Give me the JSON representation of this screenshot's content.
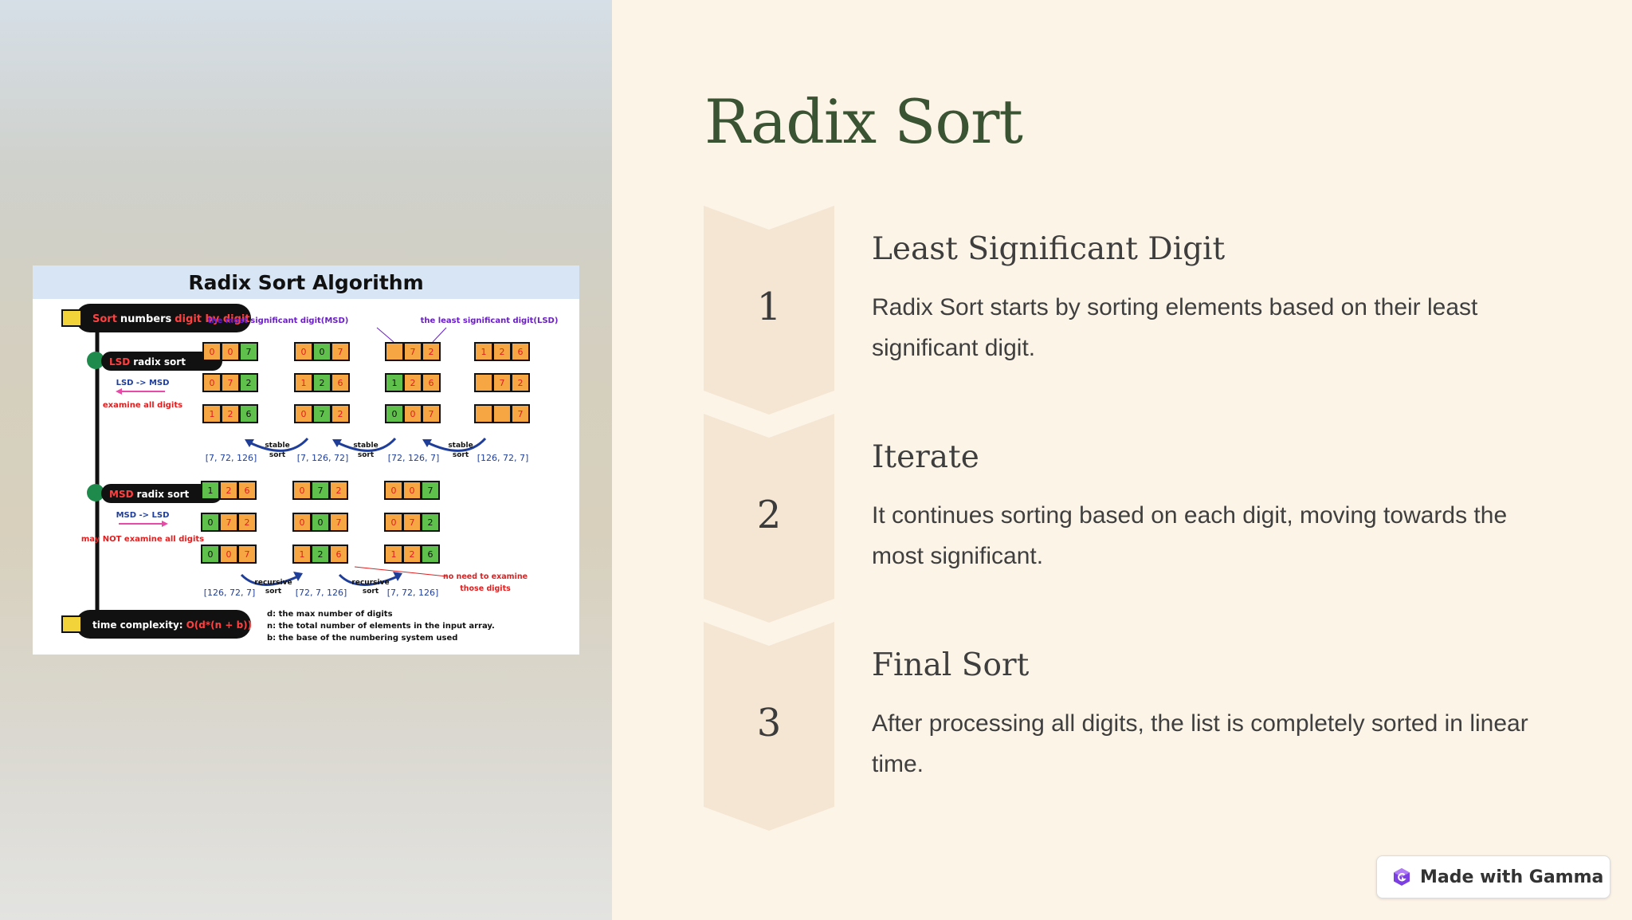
{
  "slide": {
    "title": "Radix Sort",
    "steps": [
      {
        "number": "1",
        "title": "Least Significant Digit",
        "description": "Radix Sort starts by sorting elements based on their least significant digit."
      },
      {
        "number": "2",
        "title": "Iterate",
        "description": "It continues sorting based on each digit, moving towards the most significant."
      },
      {
        "number": "3",
        "title": "Final Sort",
        "description": "After processing all digits, the list is completely sorted in linear time."
      }
    ]
  },
  "badge": {
    "label": "Made with Gamma",
    "icon": "gamma-logo-icon"
  },
  "diagram": {
    "title": "Radix Sort Algorithm",
    "banner": {
      "word1": "Sort",
      "word2": "numbers",
      "word3": "digit by digit"
    },
    "msd_note": "the most significant digit(MSD)",
    "lsd_note": "the least significant digit(LSD)",
    "lsd_section": {
      "label_key": "LSD",
      "label_rest": "radix sort",
      "direction": "LSD -> MSD",
      "note": "examine all digits",
      "states": [
        [
          [
            "0",
            "0",
            "7"
          ],
          [
            "0",
            "7",
            "2"
          ],
          [
            "1",
            "2",
            "6"
          ]
        ],
        [
          [
            "0",
            "0",
            "7"
          ],
          [
            "1",
            "2",
            "6"
          ],
          [
            "0",
            "7",
            "2"
          ]
        ],
        [
          [
            "",
            "7",
            "2"
          ],
          [
            "1",
            "2",
            "6"
          ],
          [
            "0",
            "0",
            "7"
          ]
        ],
        [
          [
            "1",
            "2",
            "6"
          ],
          [
            "",
            "7",
            "2"
          ],
          [
            "",
            "",
            "7"
          ]
        ]
      ],
      "captions": [
        "[7, 72, 126]",
        "[7, 126, 72]",
        "[72, 126, 7]",
        "[126, 72, 7]"
      ],
      "arrow_label_top": "stable",
      "arrow_label_bottom": "sort"
    },
    "msd_section": {
      "label_key": "MSD",
      "label_rest": "radix sort",
      "direction": "MSD -> LSD",
      "note": "may NOT examine all digits",
      "states": [
        [
          [
            "1",
            "2",
            "6"
          ],
          [
            "0",
            "7",
            "2"
          ],
          [
            "0",
            "0",
            "7"
          ]
        ],
        [
          [
            "0",
            "7",
            "2"
          ],
          [
            "0",
            "0",
            "7"
          ],
          [
            "1",
            "2",
            "6"
          ]
        ],
        [
          [
            "0",
            "0",
            "7"
          ],
          [
            "0",
            "7",
            "2"
          ],
          [
            "1",
            "2",
            "6"
          ]
        ]
      ],
      "captions": [
        "[126, 72, 7]",
        "[72, 7, 126]",
        "[7, 72, 126]"
      ],
      "arrow_label_top": "recursive",
      "arrow_label_bottom": "sort",
      "side_note_line1": "no need to examine",
      "side_note_line2": "those digits"
    },
    "complexity": {
      "label": "time complexity:",
      "formula": "O(d*(n + b))",
      "defs": [
        "d: the max number of digits",
        "n: the total number of elements in the input array.",
        "b: the base of the numbering system used"
      ]
    }
  },
  "colors": {
    "title_green": "#3a5332",
    "background": "#fdf4e8",
    "chevron": "#f4e6d3",
    "cell_orange": "#f6a642",
    "cell_green": "#5fc04b",
    "accent_red": "#e02020",
    "note_purple": "#6a1fc4",
    "arrow_blue": "#1f3e9a"
  }
}
